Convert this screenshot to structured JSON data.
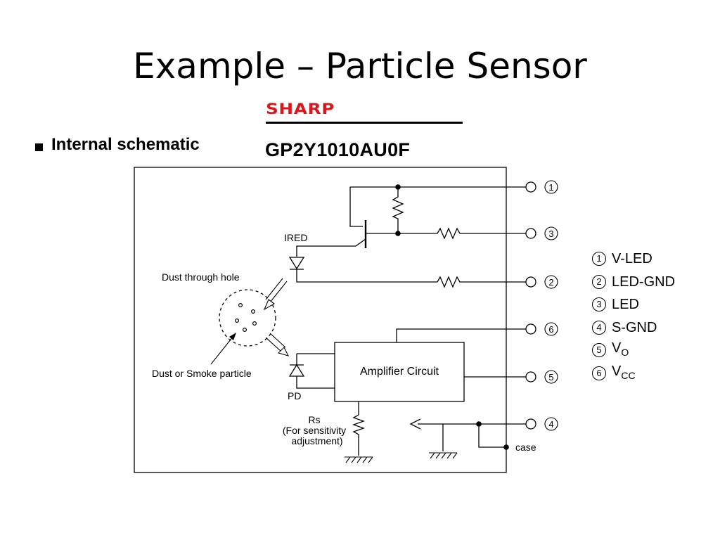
{
  "slide": {
    "title": "Example – Particle Sensor"
  },
  "brand": {
    "logo_text": "SHARP",
    "part_number": "GP2Y1010AU0F"
  },
  "section": {
    "heading": "Internal schematic"
  },
  "schematic": {
    "labels": {
      "ired": "IRED",
      "dust_hole": "Dust through hole",
      "dust_particle": "Dust or Smoke particle",
      "pd": "PD",
      "amplifier": "Amplifier Circuit",
      "rs": "Rs",
      "rs_note1": "(For sensitivity",
      "rs_note2": "adjustment)",
      "case": "case"
    },
    "pins": [
      "1",
      "3",
      "2",
      "6",
      "5",
      "4"
    ]
  },
  "legend": [
    {
      "num": "1",
      "name": "V-LED"
    },
    {
      "num": "2",
      "name": "LED-GND"
    },
    {
      "num": "3",
      "name": "LED"
    },
    {
      "num": "4",
      "name": "S-GND"
    },
    {
      "num": "5",
      "name": "V",
      "sub": "O"
    },
    {
      "num": "6",
      "name": "V",
      "sub": "CC"
    }
  ],
  "colors": {
    "brand_red": "#d9181e",
    "line": "#000000"
  }
}
